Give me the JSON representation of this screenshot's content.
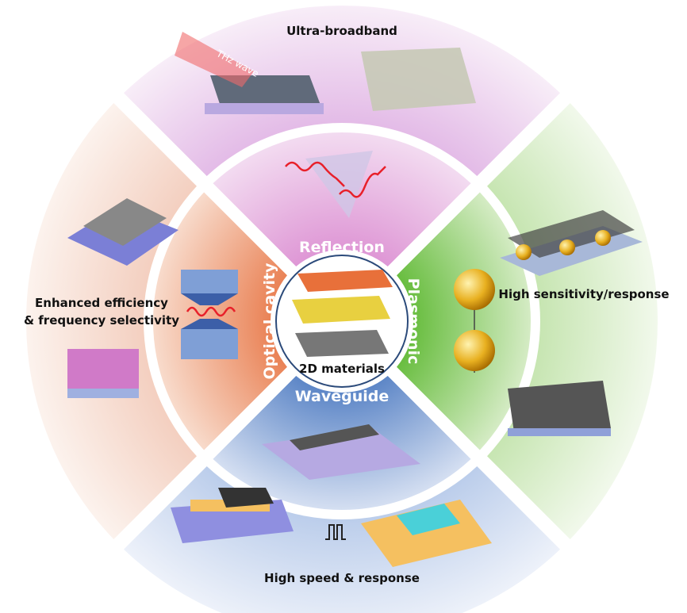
{
  "center": {
    "label": "2D materials"
  },
  "inner": {
    "top": "Reflection",
    "right": "Plasmonic",
    "bottom": "Waveguide",
    "left": "Optical cavity"
  },
  "outer": {
    "top": "Ultra-broadband",
    "right": "High sensitivity/response",
    "bottom": "High speed & response",
    "left_line1": "Enhanced efficiency",
    "left_line2": "& frequency selectivity"
  },
  "annotations": {
    "thz": "THz wave"
  },
  "colors": {
    "reflection": "#e4a8da",
    "plasmonic": "#6cc040",
    "waveguide": "#5a86c8",
    "optical_cavity": "#ea8458",
    "outer_top": "#e8c6ea",
    "outer_right": "#cfe8bd",
    "outer_bottom": "#c4d3ec",
    "outer_left": "#f5d8cb"
  }
}
